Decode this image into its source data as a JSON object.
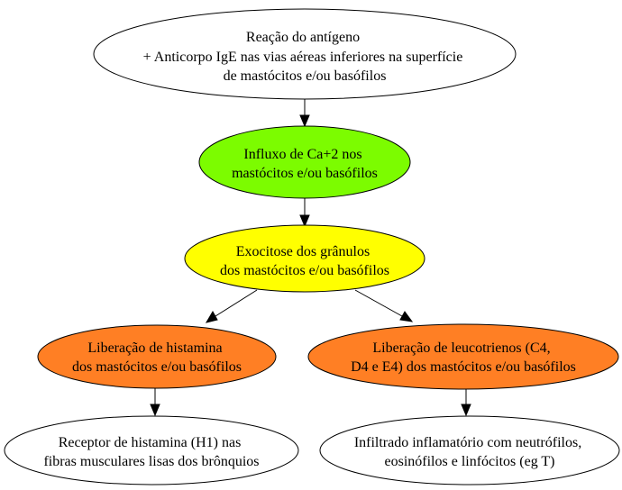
{
  "diagram": {
    "nodes": [
      {
        "id": "reaction",
        "fill": "#ffffff",
        "lines": [
          "Reação do antígeno",
          "+ Anticorpo IgE nas vias aéreas inferiores na superfície",
          "de mastócitos e/ou basófilos"
        ]
      },
      {
        "id": "calcium",
        "fill": "#7cfc00",
        "lines": [
          "Influxo de Ca+2 nos",
          "mastócitos e/ou basófilos"
        ]
      },
      {
        "id": "exocytosis",
        "fill": "#ffff00",
        "lines": [
          "Exocitose dos grânulos",
          "dos mastócitos e/ou basófilos"
        ]
      },
      {
        "id": "histamine",
        "fill": "#ff7f24",
        "lines": [
          "Liberação de histamina",
          "dos mastócitos e/ou basófilos"
        ]
      },
      {
        "id": "leukotrienes",
        "fill": "#ff7f24",
        "lines": [
          "Liberação de leucotrienos (C4,",
          "D4 e E4) dos mastócitos e/ou basófilos"
        ]
      },
      {
        "id": "receptor",
        "fill": "#ffffff",
        "lines": [
          "Receptor de histamina (H1) nas",
          "fibras musculares lisas dos brônquios"
        ]
      },
      {
        "id": "infiltrate",
        "fill": "#ffffff",
        "lines": [
          "Infiltrado inflamatório com neutrófilos,",
          "eosinófilos e linfócitos (eg T)"
        ]
      }
    ],
    "edges": [
      {
        "from": "reaction",
        "to": "calcium"
      },
      {
        "from": "calcium",
        "to": "exocytosis"
      },
      {
        "from": "exocytosis",
        "to": "histamine"
      },
      {
        "from": "exocytosis",
        "to": "leukotrienes"
      },
      {
        "from": "histamine",
        "to": "receptor"
      },
      {
        "from": "leukotrienes",
        "to": "infiltrate"
      }
    ]
  }
}
